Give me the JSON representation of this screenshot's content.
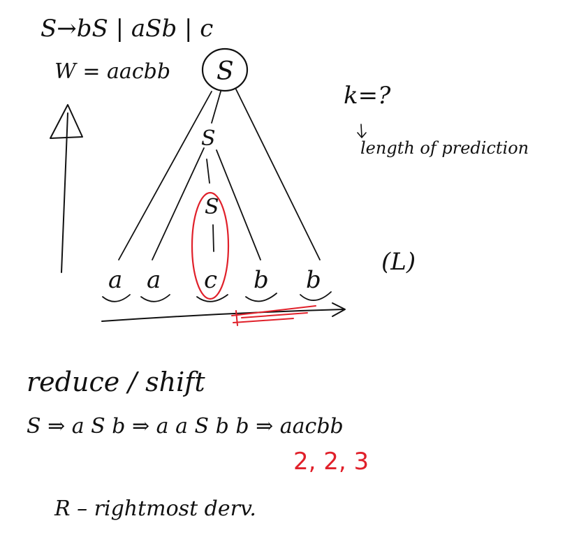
{
  "notes": {
    "grammar": "S→bS | aSb | c",
    "word": "W = aacbb",
    "root_symbol": "S",
    "inner_symbol_1": "S",
    "inner_symbol_2": "S",
    "leaves": [
      "a",
      "a",
      "c",
      "b",
      "b"
    ],
    "k_question": "k=?",
    "k_explanation": "length of prediction",
    "language_class": "(L)",
    "operations": "reduce / shift",
    "derivation": "S ⇒ a S b ⇒ a a S b b ⇒ aacbb",
    "steps": "2, 2, 3",
    "rightmost": "R – rightmost derv."
  },
  "colors": {
    "ink": "#111111",
    "highlight": "#e0202a"
  }
}
